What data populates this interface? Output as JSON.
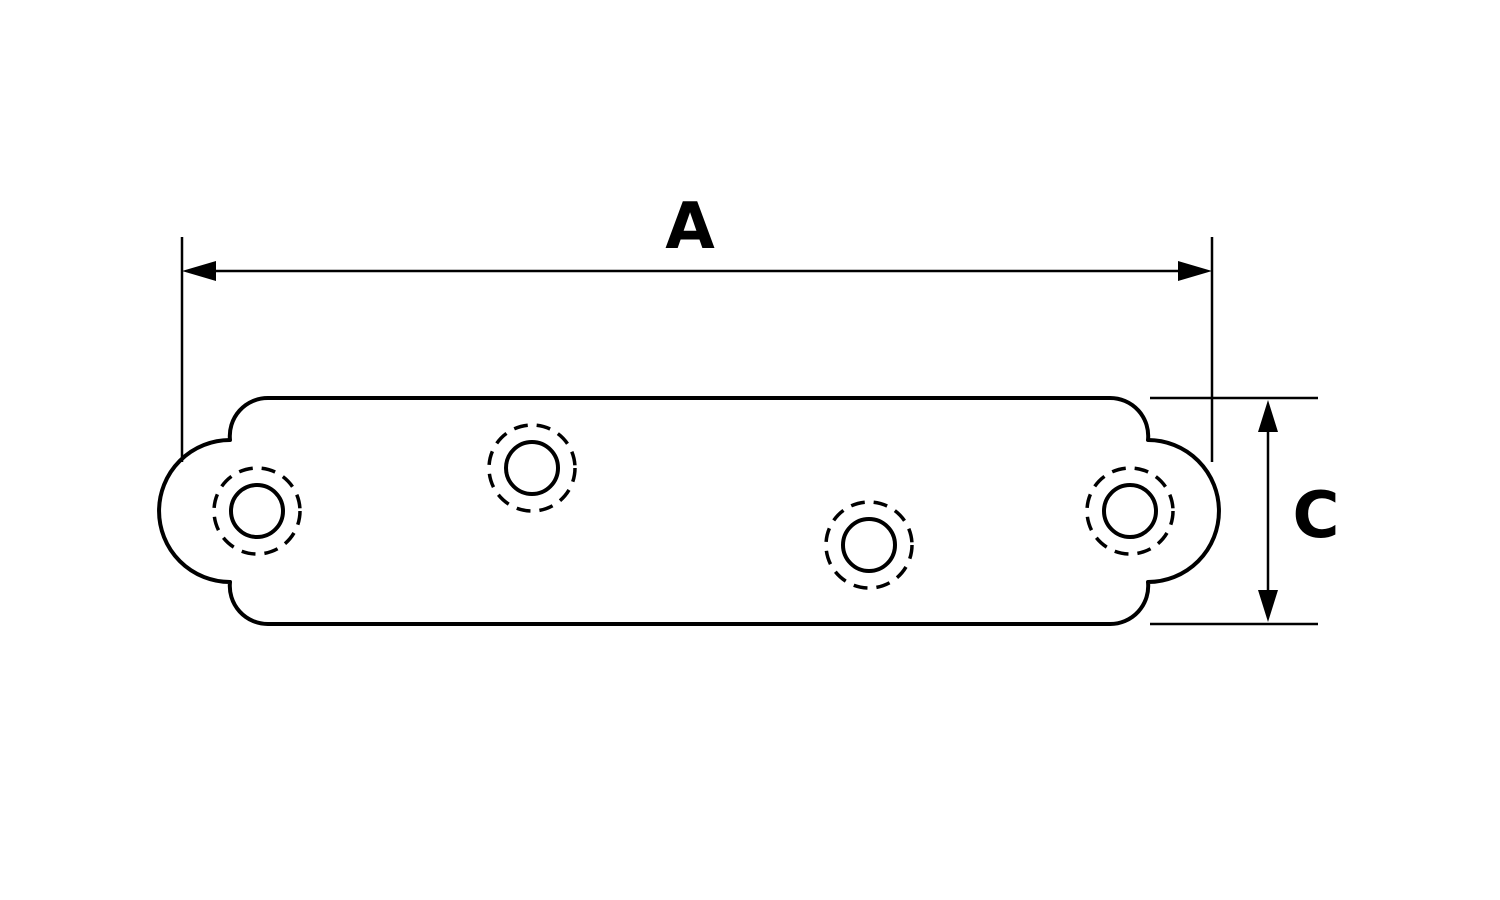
{
  "dimensions": {
    "length_label": "A",
    "width_label": "C"
  },
  "holes": {
    "count": 4,
    "style": "countersunk"
  },
  "colors": {
    "line": "#000000",
    "background": "#ffffff"
  }
}
